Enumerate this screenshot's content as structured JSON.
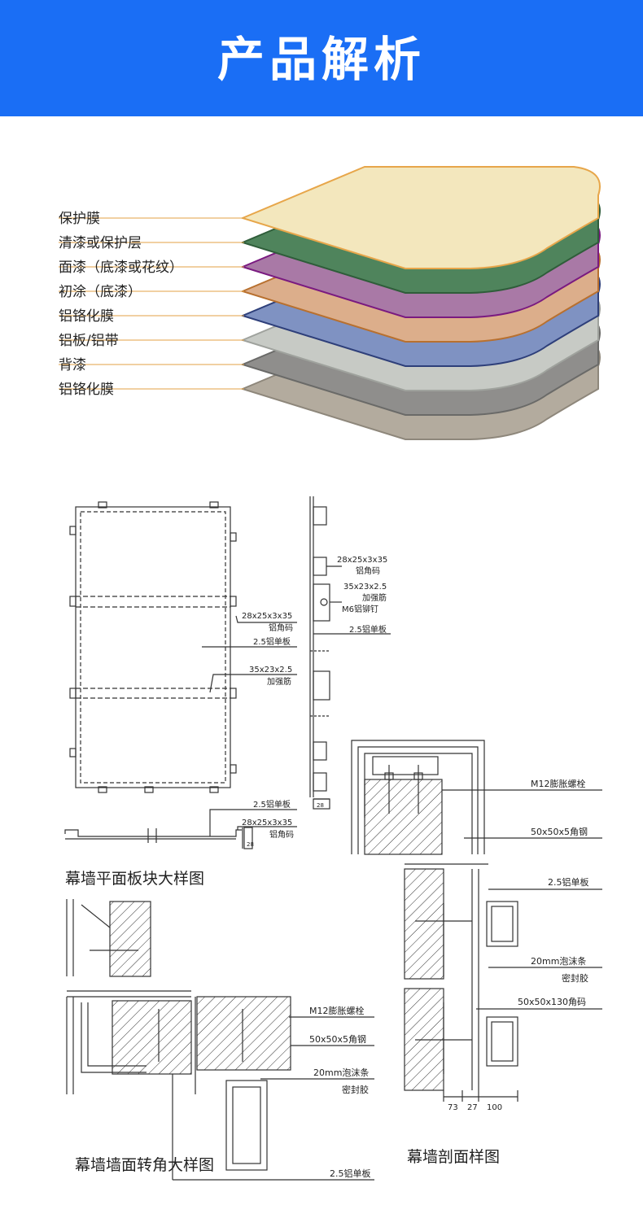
{
  "header": {
    "title": "产品解析",
    "bg_color": "#1a6ef5"
  },
  "layers": [
    {
      "label": "保护膜",
      "color": "#f3e7bd",
      "edge": "#e7a64a"
    },
    {
      "label": "清漆或保护层",
      "color": "#4f845c",
      "edge": "#2f5d3a"
    },
    {
      "label": "面漆（底漆或花纹）",
      "color": "#a979a6",
      "edge": "#7a1a80"
    },
    {
      "label": "初涂（底漆）",
      "color": "#dcae8b",
      "edge": "#b8702f"
    },
    {
      "label": "铝铬化膜",
      "color": "#7f92c2",
      "edge": "#2e3f7a"
    },
    {
      "label": "铝板/铝带",
      "color": "#c7cac5",
      "edge": "#9fa29d"
    },
    {
      "label": "背漆",
      "color": "#8f8e8c",
      "edge": "#6a6a68"
    },
    {
      "label": "铝铬化膜",
      "color": "#b3ab9e",
      "edge": "#8e877b"
    }
  ],
  "leader_color": "#e3a245",
  "drawing1": {
    "title": "幕墙平面板块大样图",
    "callouts": {
      "angle_code": "28x25x3x35",
      "angle_code_name": "铝角码",
      "single_panel": "2.5铝单板",
      "rib_size": "35x23x2.5",
      "rib_name": "加强筋",
      "side_angle_code": "28x25x3x35",
      "side_angle_name": "铝角码",
      "side_rib_size": "35x23x2.5",
      "side_rib_name": "加强筋",
      "side_rivet": "M6铝铆钉",
      "side_panel": "2.5铝单板",
      "dim_28": "28",
      "bottom_panel": "2.5铝单板",
      "bottom_code": "28x25x3x35",
      "bottom_code_name": "铝角码",
      "dim_28b": "28"
    }
  },
  "drawing2": {
    "title": "幕墙墙面转角大样图",
    "callouts": {
      "bolt": "M12膨胀螺栓",
      "steel": "50x50x5角钢",
      "foam": "20mm泡沫条",
      "sealant": "密封胶",
      "panel": "2.5铝单板"
    }
  },
  "drawing3": {
    "title": "幕墙剖面样图",
    "callouts": {
      "bolt": "M12膨胀螺栓",
      "steel": "50x50x5角钢",
      "panel": "2.5铝单板",
      "foam": "20mm泡沫条",
      "sealant": "密封胶",
      "angle_code": "50x50x130角码",
      "dims": [
        "73",
        "27",
        "100"
      ]
    }
  }
}
